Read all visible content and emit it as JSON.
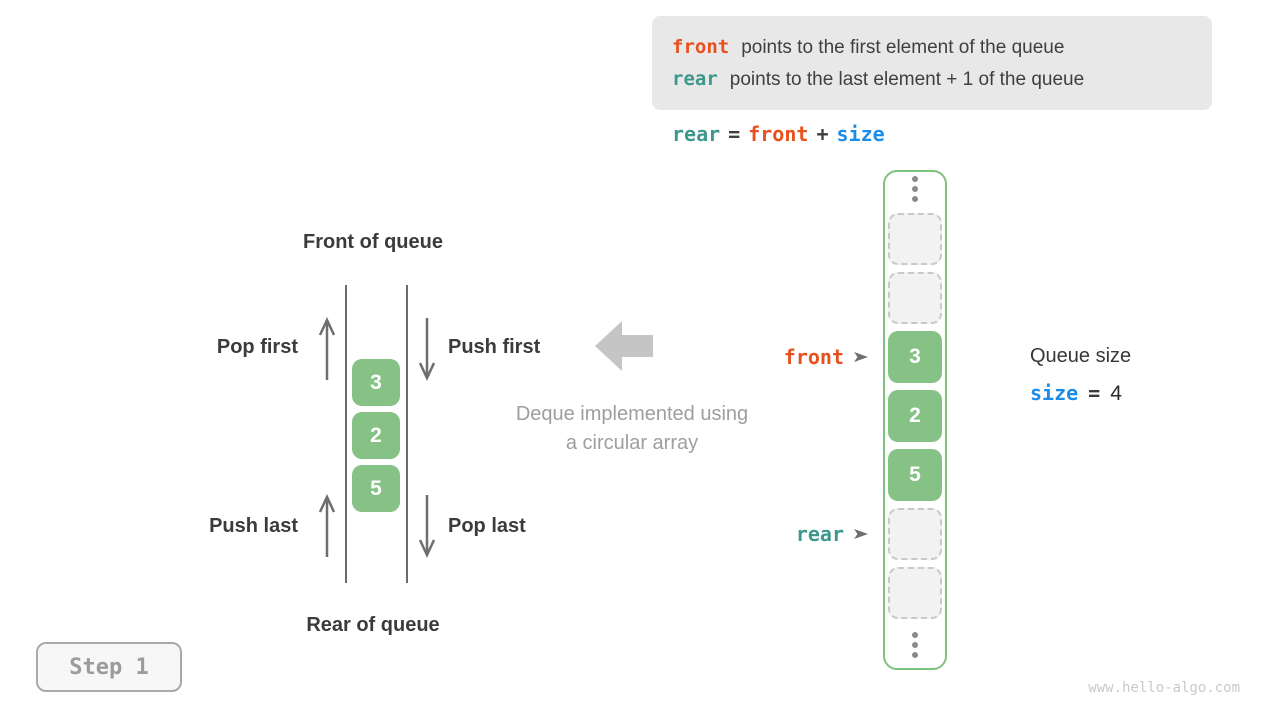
{
  "colors": {
    "orange": "#e8511d",
    "teal": "#3d978c",
    "blue": "#1b8ce8",
    "green_cell": "#86c186",
    "array_border": "#7fc17f",
    "info_box_bg": "#e8e8e8",
    "gray_caption": "#9e9e9e",
    "arrow_gray": "#6e6e6e",
    "big_arrow_gray": "#c5c5c5"
  },
  "info_box": {
    "line1": {
      "keyword": "front",
      "text": "points to the first element of the queue"
    },
    "line2": {
      "keyword": "rear",
      "text": "points to the last element + 1 of the queue"
    }
  },
  "equation": {
    "lhs": "rear",
    "eq": "=",
    "mid": "front",
    "plus": "+",
    "rhs": "size"
  },
  "left_diagram": {
    "front_label": "Front of queue",
    "rear_label": "Rear of queue",
    "pop_first": "Pop first",
    "push_first": "Push first",
    "push_last": "Push last",
    "pop_last": "Pop last",
    "values": [
      "3",
      "2",
      "5"
    ]
  },
  "caption": {
    "line1": "Deque implemented using",
    "line2": "a circular array"
  },
  "array": {
    "values": [
      "3",
      "2",
      "5"
    ]
  },
  "pointers": {
    "front": "front",
    "rear": "rear"
  },
  "size_panel": {
    "title": "Queue size",
    "keyword": "size",
    "equals": "=",
    "value": "4"
  },
  "step": {
    "label": "Step 1"
  },
  "watermark": "www.hello-algo.com"
}
